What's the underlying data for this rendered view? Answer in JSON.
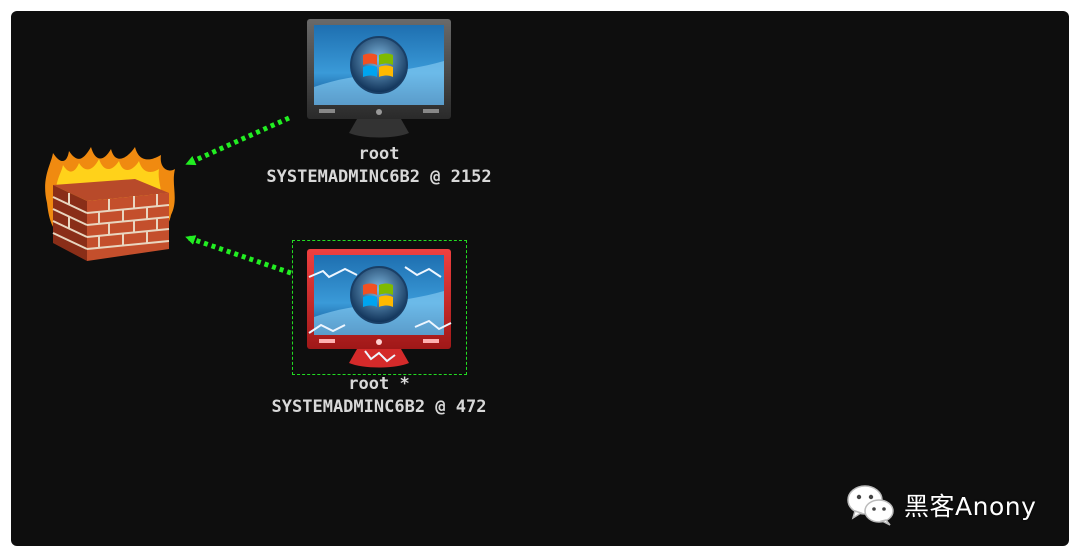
{
  "graph": {
    "nodes": [
      {
        "id": "firewall",
        "type": "firewall",
        "label_user": "",
        "label_host": ""
      },
      {
        "id": "session-2152",
        "type": "windows-host",
        "state": "normal",
        "label_user": "root",
        "label_host": "SYSTEMADMINC6B2 @ 2152"
      },
      {
        "id": "session-472",
        "type": "windows-host",
        "state": "compromised",
        "selected": true,
        "label_user": "root *",
        "label_host": "SYSTEMADMINC6B2 @ 472"
      }
    ],
    "edges": [
      {
        "from": "session-2152",
        "to": "firewall",
        "style": "dotted",
        "color": "#22ee22"
      },
      {
        "from": "session-472",
        "to": "firewall",
        "style": "dotted",
        "color": "#22ee22"
      }
    ]
  },
  "colors": {
    "background": "#0e0e0e",
    "edge": "#22ee22",
    "compromised": "#d42a2a",
    "normal": "#555555"
  },
  "watermark": {
    "icon": "wechat-icon",
    "text": "黑客Anony"
  }
}
